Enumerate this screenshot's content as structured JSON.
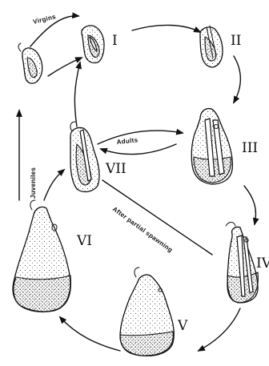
{
  "stages": {
    "s1": "I",
    "s2": "II",
    "s3": "III",
    "s4": "IV",
    "s5": "V",
    "s6": "VI",
    "s7": "VII"
  },
  "labels": {
    "virgins": "Virgins",
    "adults": "Adults",
    "juveniles": "Juveniles",
    "after_partial_spawning": "After partial spawning"
  },
  "colors": {
    "ink": "#111111",
    "background": "#ffffff"
  }
}
